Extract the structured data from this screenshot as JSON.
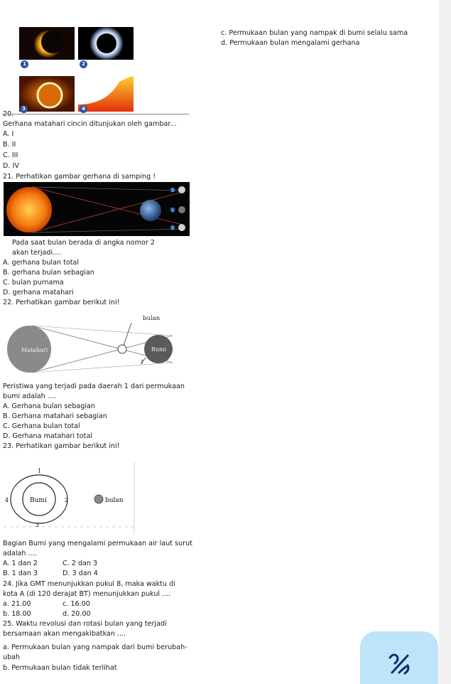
{
  "top_right": {
    "option_c": "c. Permukaan bulan yang nampak di bumi selalu sama",
    "option_d": "d. Permukaan bulan mengalami gerhana"
  },
  "q20": {
    "number": "20.",
    "badges": [
      "1",
      "2",
      "3",
      "4"
    ],
    "question": "Gerhana matahari cincin ditunjukan oleh gambar...",
    "options": [
      "A. I",
      "B. II",
      "C. III",
      "D. IV"
    ]
  },
  "q21": {
    "question": "21. Perhatikan gambar gerhana di samping !",
    "positions": [
      "3",
      "1",
      "2"
    ],
    "caption_line1": "Pada saat bulan berada di angka nomor 2",
    "caption_line2": "akan terjadi....",
    "options": [
      "A. gerhana bulan total",
      "B. gerhana bulan sebagian",
      "C. bulan purnama",
      "D. gerhana matahari"
    ]
  },
  "q22": {
    "question": "22. Perhatikan gambar berikut ini!",
    "diagram": {
      "sun": "Matahari",
      "moon": "bulan",
      "earth": "Bumi",
      "region": "1"
    },
    "stem_line1": "Peristiwa yang terjadi pada daerah 1 dari permukaan",
    "stem_line2": "bumi adalah ....",
    "options": [
      "A. Gerhana bulan sebagian",
      "B. Gerhana matahari sebagian",
      "C. Gerhana bulan total",
      "D. Gerhana matahari total"
    ]
  },
  "q23": {
    "question": "23. Perhatikan gambar berikut ini!",
    "diagram": {
      "earth": "Bumi",
      "moon": "bulan",
      "n1": "1",
      "n2": "2",
      "n3": "3",
      "n4": "4"
    },
    "stem_line1": "Bagian Bumi yang mengalami permukaan air laut surut",
    "stem_line2": "adalah ....",
    "options": [
      "A. 1 dan 2",
      "C. 2 dan 3",
      "B. 1 dan 3",
      "D. 3 dan 4"
    ]
  },
  "q24": {
    "stem_line1": "24. Jika GMT menunjukkan pukul 8, maka waktu di",
    "stem_line2": "kota A (di 120 derajat BT) menunjukkan pukul ....",
    "options": [
      "a. 21.00",
      "c. 16.00",
      "b. 18.00",
      "d. 20.00"
    ]
  },
  "q25": {
    "stem_line1": "25. Waktu revolusi dan rotasi bulan yang terjadi",
    "stem_line2": "bersamaan akan mengakibatkan ....",
    "option_a_line1": "a. Permukaan bulan yang nampak dari bumi berubah-",
    "option_a_line2": "ubah",
    "option_b": "b. Permukaan bulan tidak terlihat"
  },
  "colors": {
    "accent_blue": "#2b55a3",
    "fab_bg": "#bde4f8",
    "fab_icon": "#0d2f73"
  },
  "icons": {
    "fab": "pen-slash-icon"
  }
}
